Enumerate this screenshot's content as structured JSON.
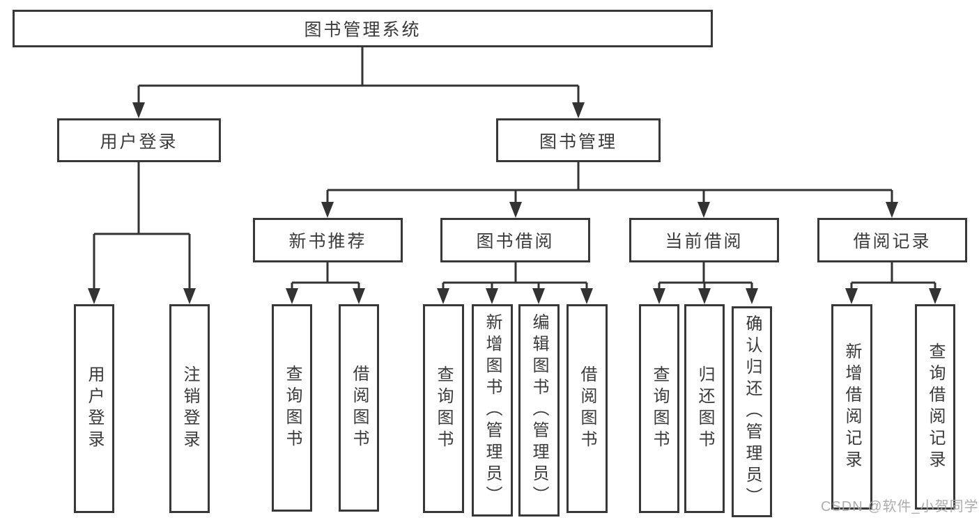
{
  "colors": {
    "background": "#ffffff",
    "line": "#333333",
    "box_border": "#383838",
    "text": "#3a3a3a",
    "watermark": "#a8a8a8"
  },
  "tree": {
    "root": {
      "label": "图书管理系统",
      "children": [
        {
          "label": "用户登录",
          "children": [
            {
              "label": "用户登录"
            },
            {
              "label": "注销登录"
            }
          ]
        },
        {
          "label": "图书管理",
          "children": [
            {
              "label": "新书推荐",
              "children": [
                {
                  "label": "查询图书"
                },
                {
                  "label": "借阅图书"
                }
              ]
            },
            {
              "label": "图书借阅",
              "children": [
                {
                  "label": "查询图书"
                },
                {
                  "label": "新增图书（管理员）"
                },
                {
                  "label": "编辑图书（管理员）"
                },
                {
                  "label": "借阅图书"
                }
              ]
            },
            {
              "label": "当前借阅",
              "children": [
                {
                  "label": "查询图书"
                },
                {
                  "label": "归还图书"
                },
                {
                  "label": "确认归还（管理员）"
                }
              ]
            },
            {
              "label": "借阅记录",
              "children": [
                {
                  "label": "新增借阅记录"
                },
                {
                  "label": "查询借阅记录"
                }
              ]
            }
          ]
        }
      ]
    }
  },
  "watermark": {
    "text": "CSDN @软件_小贺同学"
  }
}
